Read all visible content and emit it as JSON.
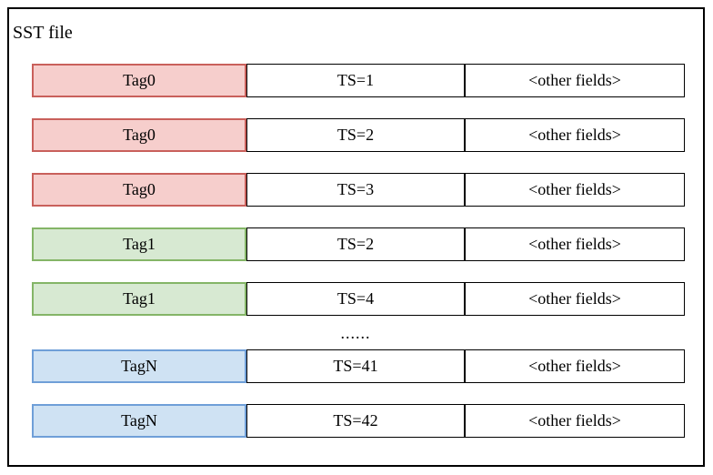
{
  "title": "SST file",
  "ellipsis": "......",
  "rows": [
    {
      "tag": "Tag0",
      "ts": "TS=1",
      "other": "<other fields>",
      "color": "red"
    },
    {
      "tag": "Tag0",
      "ts": "TS=2",
      "other": "<other fields>",
      "color": "red"
    },
    {
      "tag": "Tag0",
      "ts": "TS=3",
      "other": "<other fields>",
      "color": "red"
    },
    {
      "tag": "Tag1",
      "ts": "TS=2",
      "other": "<other fields>",
      "color": "green"
    },
    {
      "tag": "Tag1",
      "ts": "TS=4",
      "other": "<other fields>",
      "color": "green"
    },
    {
      "tag": "TagN",
      "ts": "TS=41",
      "other": "<other fields>",
      "color": "blue"
    },
    {
      "tag": "TagN",
      "ts": "TS=42",
      "other": "<other fields>",
      "color": "blue"
    }
  ],
  "colors": {
    "red_fill": "#f6cecc",
    "red_border": "#c9605b",
    "green_fill": "#d7e9d2",
    "green_border": "#84b567",
    "blue_fill": "#cfe2f3",
    "blue_border": "#6f9fd8",
    "cell_border": "#000000"
  }
}
